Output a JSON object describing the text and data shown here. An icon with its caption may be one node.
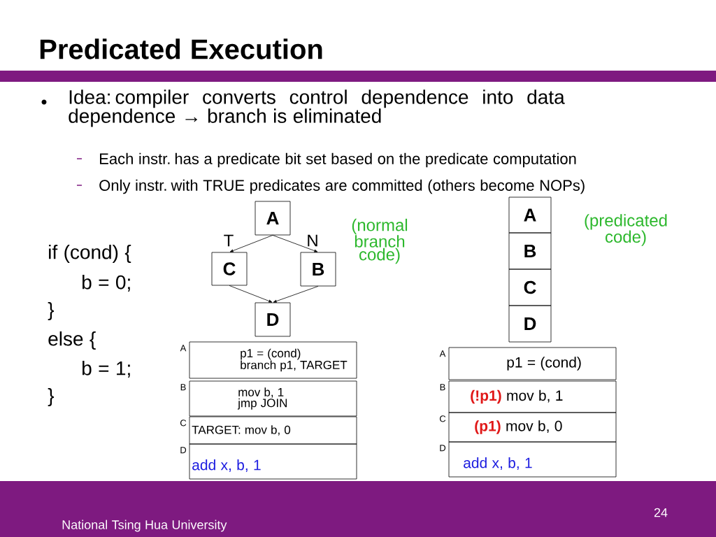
{
  "diagram": {
    "title": "Predicated Execution",
    "nodes": [
      {
        "text": [
          "A"
        ]
      },
      {
        "text": [
          "C"
        ]
      },
      {
        "text": [
          "B"
        ]
      },
      {
        "text": [
          "D"
        ]
      },
      {
        "text": [
          "A"
        ]
      },
      {
        "text": [
          "B"
        ]
      },
      {
        "text": [
          "C"
        ]
      },
      {
        "text": [
          "D"
        ]
      },
      {
        "text": [
          "p1 = (cond)",
          "branch p1, TARGET"
        ],
        "beside": [
          "A"
        ]
      },
      {
        "text": [
          "mov b, 1",
          "jmp JOIN"
        ],
        "beside": [
          "B"
        ]
      },
      {
        "text": [
          "TARGET:  mov b, 0"
        ],
        "beside": [
          "C"
        ]
      },
      {
        "text": [
          "add   x, b, 1"
        ],
        "beside": [
          "D"
        ]
      },
      {
        "text": [
          "p1 = (cond)"
        ],
        "beside": [
          "A"
        ]
      },
      {
        "text": [
          "(!p1)",
          "mov  b, 1"
        ],
        "beside": [
          "B"
        ]
      },
      {
        "text": [
          "(p1)",
          "mov  b, 0"
        ],
        "beside": [
          "C"
        ]
      },
      {
        "text": [
          "add   x, b, 1"
        ],
        "beside": [
          "D"
        ]
      }
    ],
    "edges": [
      {
        "from": 0,
        "to": 1,
        "arrow": "to",
        "label": "T"
      },
      {
        "from": 0,
        "to": 2,
        "arrow": "to",
        "label": "N"
      },
      {
        "from": 1,
        "to": 3,
        "arrow": "to"
      },
      {
        "from": 2,
        "to": 3,
        "arrow": "to"
      }
    ],
    "labels": [
      "Idea: compiler converts control dependence into data dependence → branch is eliminated",
      "Each instr. has a predicate bit set based on the predicate computation",
      "Only instr. with TRUE predicates are committed (others become NOPs)",
      "(normal branch code)",
      "(predicated code)",
      "if (cond) {",
      "b = 0;",
      "}",
      "else {",
      "b = 1;",
      "}",
      "24",
      "National Tsing Hua University"
    ]
  }
}
